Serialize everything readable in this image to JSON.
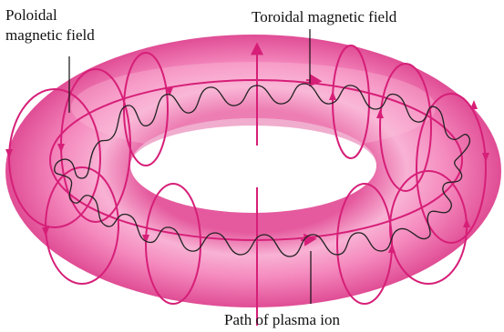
{
  "labels": {
    "poloidal_line1": "Poloidal",
    "poloidal_line2": "magnetic field",
    "toroidal": "Toroidal magnetic field",
    "path": "Path of plasma ion"
  },
  "colors": {
    "torus_outer": "#e04d95",
    "torus_mid": "#f48cc0",
    "torus_highlight": "#fbc4de",
    "field_line": "#d61f78",
    "ion_path": "#222222",
    "background": "#ffffff"
  }
}
